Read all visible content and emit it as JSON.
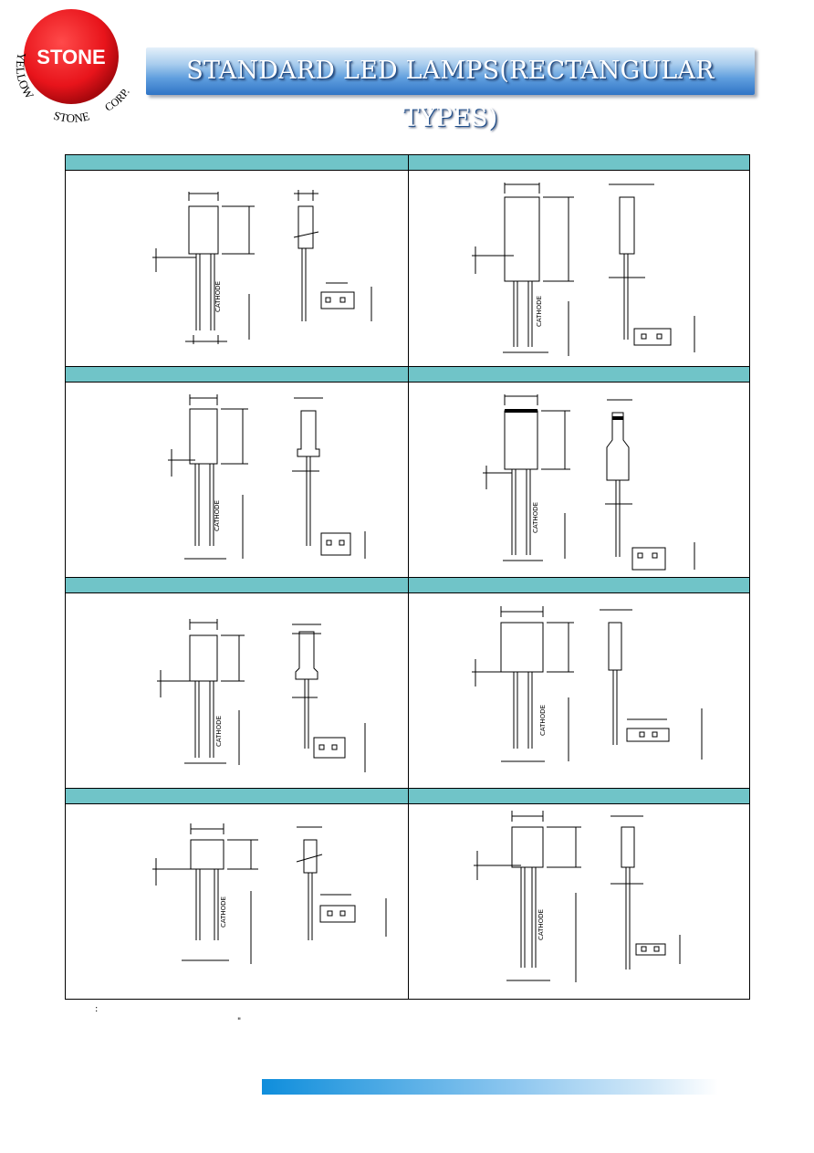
{
  "logo": {
    "center_text": "STONE",
    "ring_left": "YELLOW",
    "ring_bottom": "STONE",
    "ring_right": "CORP.",
    "color_red": "#e8141b"
  },
  "banner": {
    "title": "STANDARD LED LAMPS(RECTANGULAR TYPES)"
  },
  "diagram": {
    "cathode_label": "CATHODE"
  },
  "notes": {
    "marker": ":",
    "quote_mark": "\""
  },
  "colors": {
    "cell_header": "#70c4c8",
    "banner_blue": "#2f74c6",
    "bar_blue": "#0f8edc"
  }
}
